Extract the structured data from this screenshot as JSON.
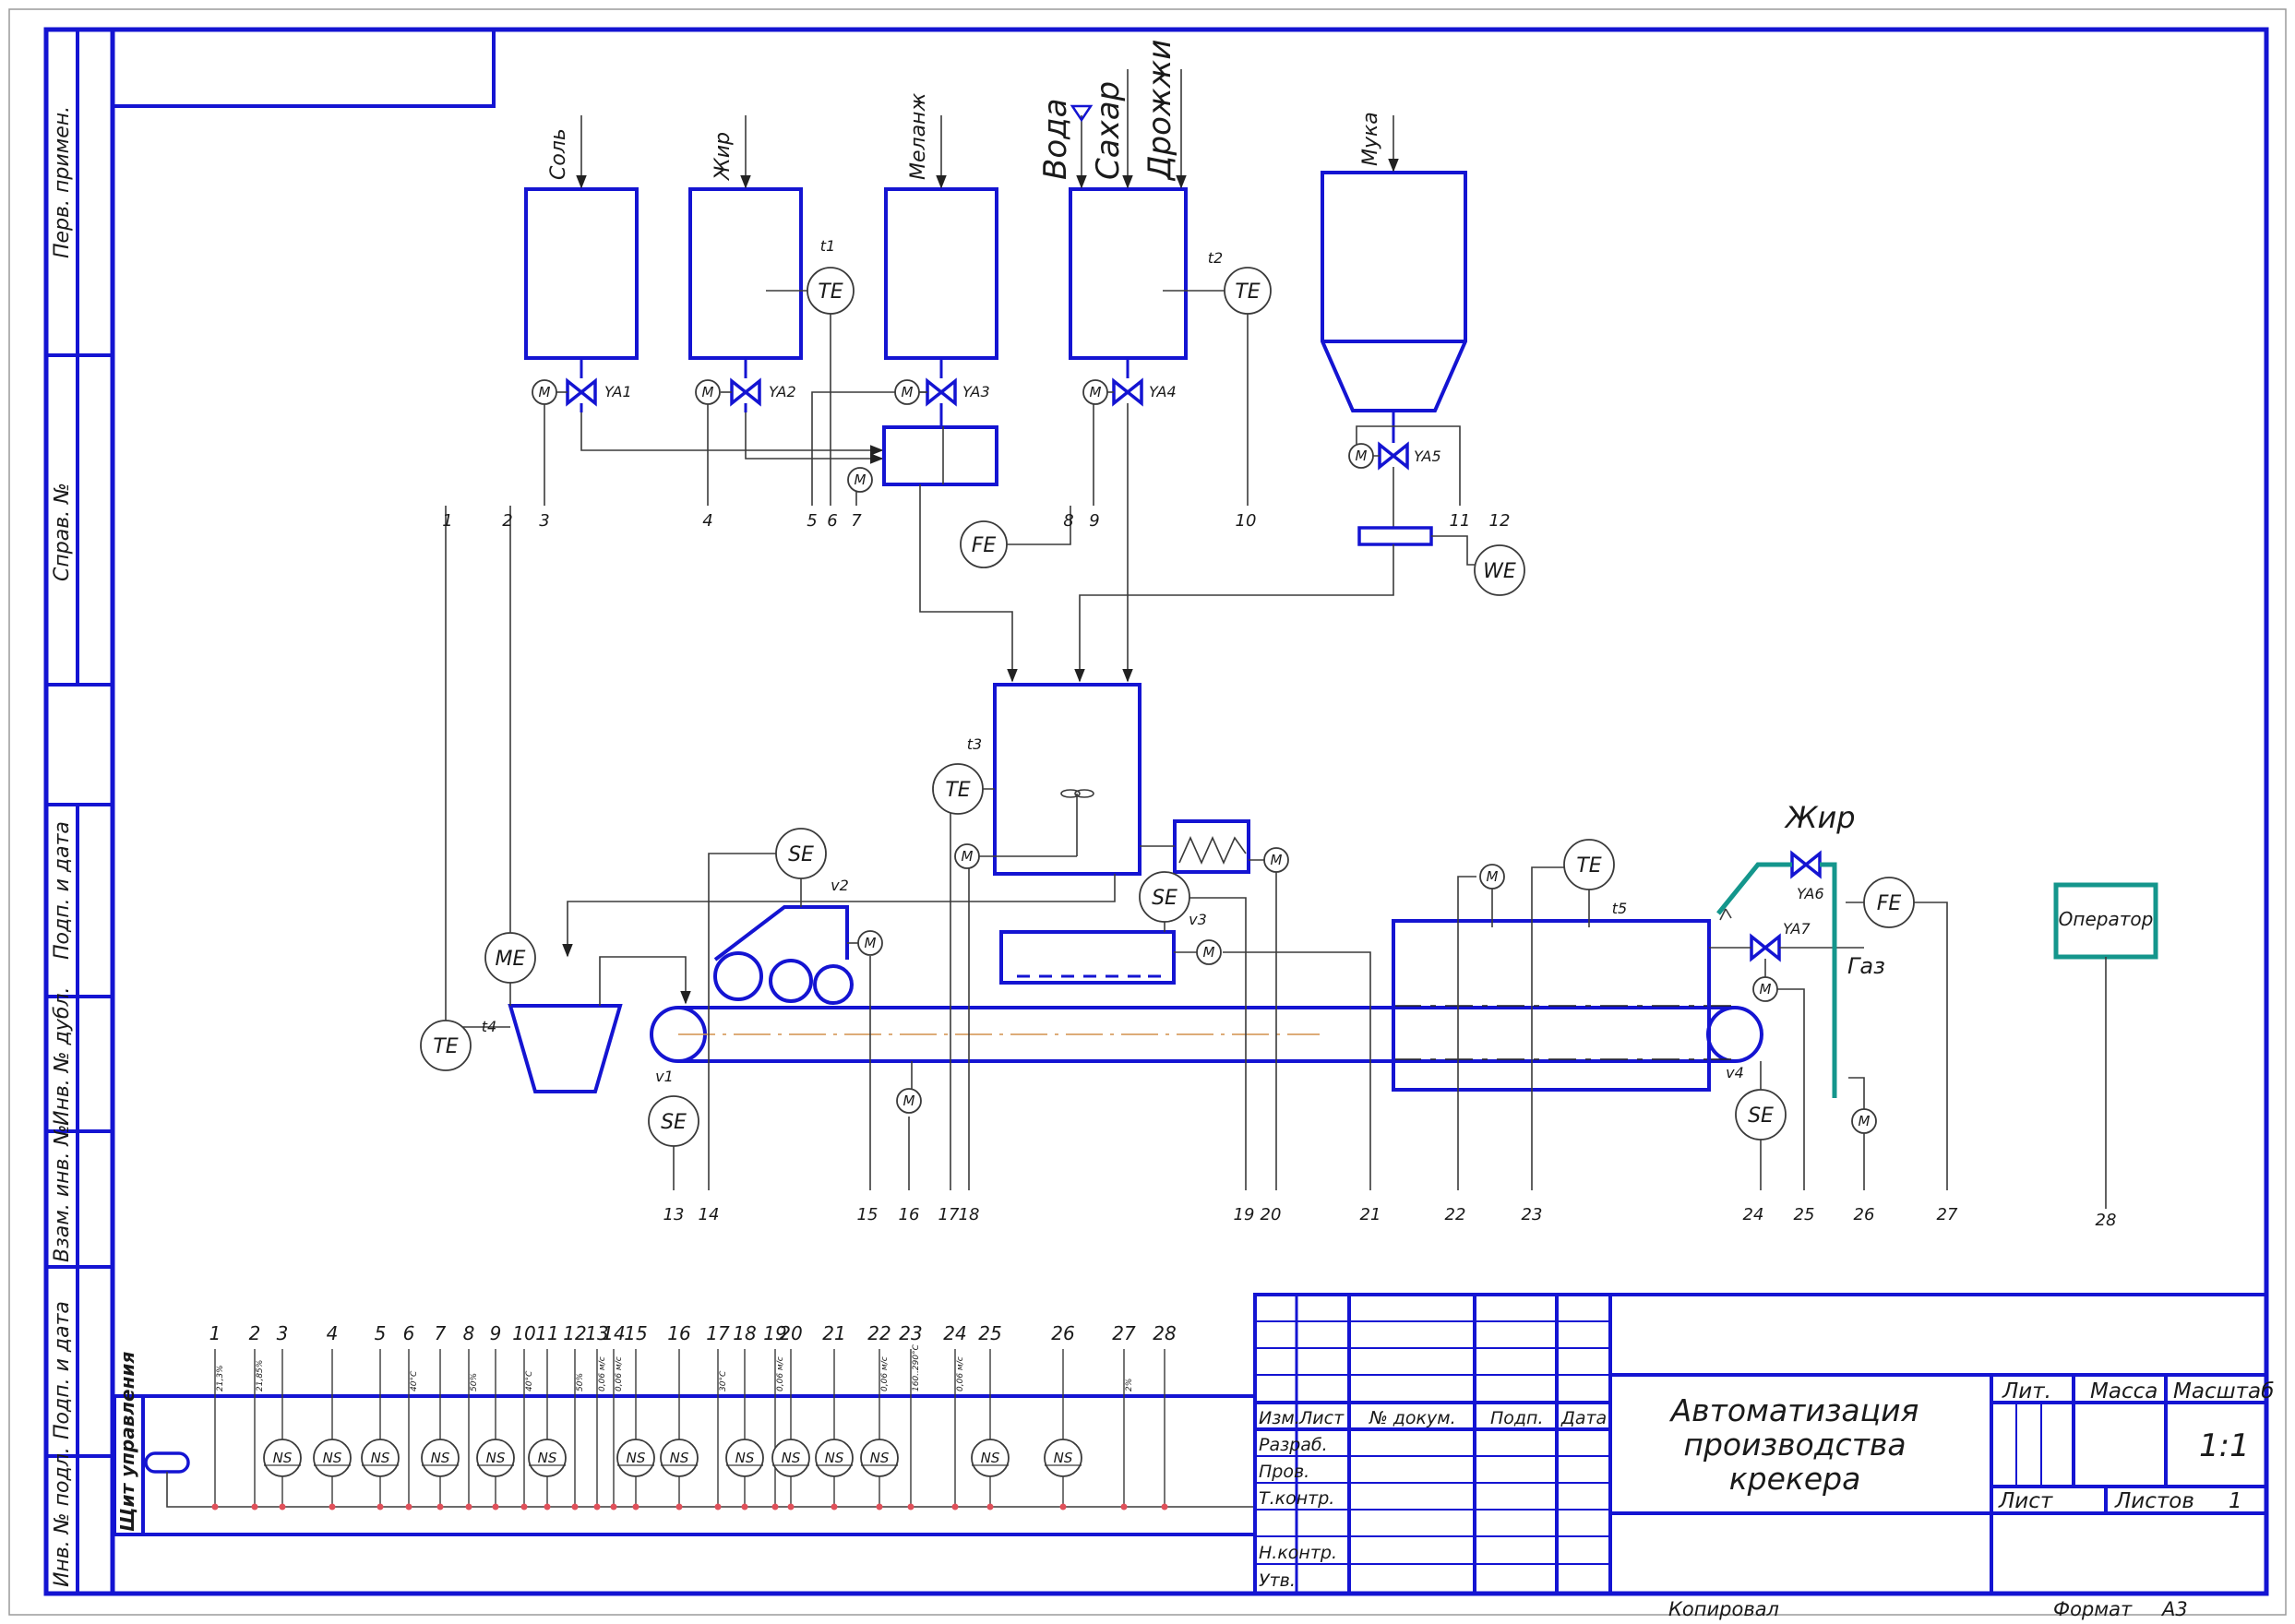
{
  "sheet": {
    "side_labels": [
      "Перв. примен.",
      "Справ. №",
      "Подп. и дата",
      "Инв. № дубл.",
      "Взам. инв. №",
      "Подп. и дата",
      "Инв. № подл."
    ],
    "footer_copied": "Копировал",
    "footer_format": "Формат",
    "footer_format_value": "A3"
  },
  "equipment": {
    "tank_salt": "Соль",
    "tank_fat": "Жир",
    "tank_melange": "Меланж",
    "input_water": "Вода",
    "input_sugar": "Сахар",
    "input_yeast": "Дрожжи",
    "silo_flour": "Мука",
    "fat_line": "Жир",
    "gas_line": "Газ",
    "operator": "Оператор"
  },
  "valves": [
    "YA1",
    "YA2",
    "YA3",
    "YA4",
    "YA5",
    "YA6",
    "YA7"
  ],
  "motor_symbol": "M",
  "sensors": {
    "te_t1": "TE",
    "te_t1_tag": "t1",
    "te_t2": "TE",
    "te_t2_tag": "t2",
    "te_t3": "TE",
    "te_t3_tag": "t3",
    "te_t4": "TE",
    "te_t4_tag": "t4",
    "te_t5": "TE",
    "te_t5_tag": "t5",
    "fe_dosing": "FE",
    "fe_fat": "FE",
    "we_flour": "WE",
    "me_hopper": "ME",
    "se_v1": "SE",
    "se_v1_tag": "v1",
    "se_v2": "SE",
    "se_v2_tag": "v2",
    "se_v3": "SE",
    "se_v3_tag": "v3",
    "se_v4": "SE",
    "se_v4_tag": "v4"
  },
  "line_numbers_upper": [
    "1",
    "2",
    "3",
    "4",
    "5",
    "6",
    "7",
    "8",
    "9",
    "10",
    "11",
    "12"
  ],
  "line_numbers_lower": [
    "13",
    "14",
    "15",
    "16",
    "17",
    "18",
    "19",
    "20",
    "21",
    "22",
    "23",
    "24",
    "25",
    "26",
    "27",
    "28"
  ],
  "panel": {
    "title": "Щит управления",
    "numbers": [
      "1",
      "2",
      "3",
      "4",
      "5",
      "6",
      "7",
      "8",
      "9",
      "10",
      "11",
      "12",
      "13",
      "14",
      "15",
      "16",
      "17",
      "18",
      "19",
      "20",
      "21",
      "22",
      "23",
      "24",
      "25",
      "26",
      "27",
      "28"
    ],
    "instrument_label": "NS",
    "setpoints": [
      {
        "n": "1",
        "text": "21,3%"
      },
      {
        "n": "2",
        "text": "21,85%"
      },
      {
        "n": "6",
        "text": "40°C"
      },
      {
        "n": "8",
        "text": "50%"
      },
      {
        "n": "10",
        "text": "40°C"
      },
      {
        "n": "12",
        "text": "50%"
      },
      {
        "n": "13",
        "text": "0,06 м/с"
      },
      {
        "n": "14",
        "text": "0,06 м/с"
      },
      {
        "n": "17",
        "text": "30°C"
      },
      {
        "n": "19",
        "text": "0,06 м/с"
      },
      {
        "n": "22",
        "text": "0,06 м/с"
      },
      {
        "n": "23",
        "text": "160..290°C"
      },
      {
        "n": "24",
        "text": "0,06 м/с"
      },
      {
        "n": "27",
        "text": "2%"
      }
    ]
  },
  "title_block": {
    "col_izm": "Изм.",
    "col_list": "Лист",
    "col_doc": "№ докум.",
    "col_sign": "Подп.",
    "col_date": "Дата",
    "row_dev": "Разраб.",
    "row_check": "Пров.",
    "row_tcontr": "Т.контр.",
    "row_ncontr": "Н.контр.",
    "row_approved": "Утв.",
    "title_line1": "Автоматизация",
    "title_line2": "производства",
    "title_line3": "крекера",
    "lit": "Лит.",
    "mass": "Масса",
    "scale": "Масштаб",
    "scale_value": "1:1",
    "sheet": "Лист",
    "sheets": "Листов",
    "sheets_value": "1"
  }
}
